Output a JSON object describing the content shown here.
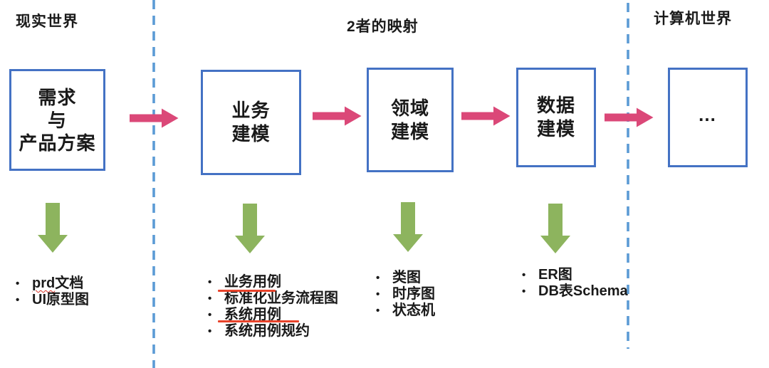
{
  "section_labels": {
    "real_world": "现实世界",
    "mapping": "2者的映射",
    "computer_world": "计算机世界"
  },
  "bullet_char": "•",
  "boxes": {
    "requirements": {
      "line1": "需求",
      "line2": "与",
      "line3": "产品方案"
    },
    "business": {
      "line1": "业务",
      "line2": "建模"
    },
    "domain": {
      "line1": "领域",
      "line2": "建模"
    },
    "data": {
      "line1": "数据",
      "line2": "建模"
    },
    "computer": {
      "line1": "…"
    }
  },
  "lists": {
    "requirements_outputs": {
      "item1_highlight": "prd",
      "item1_rest": "文档",
      "item2": "UI原型图"
    },
    "business_outputs": {
      "item1": "业务用例",
      "item2": "标准化业务流程图",
      "item3": "系统用例",
      "item4": "系统用例规约"
    },
    "domain_outputs": {
      "item1": "类图",
      "item2": "时序图",
      "item3": "状态机"
    },
    "data_outputs": {
      "item1": "ER图",
      "item2": "DB表Schema"
    }
  },
  "colors": {
    "box_border_blue": "#4472C4",
    "divider_blue": "#5B9BD5",
    "flow_arrow_pink": "#DB4878",
    "down_arrow_green": "#8DB45E",
    "emphasis_underline_red": "#E8432B",
    "spellcheck_red": "#D93025",
    "text_black": "#1A1A1A"
  }
}
